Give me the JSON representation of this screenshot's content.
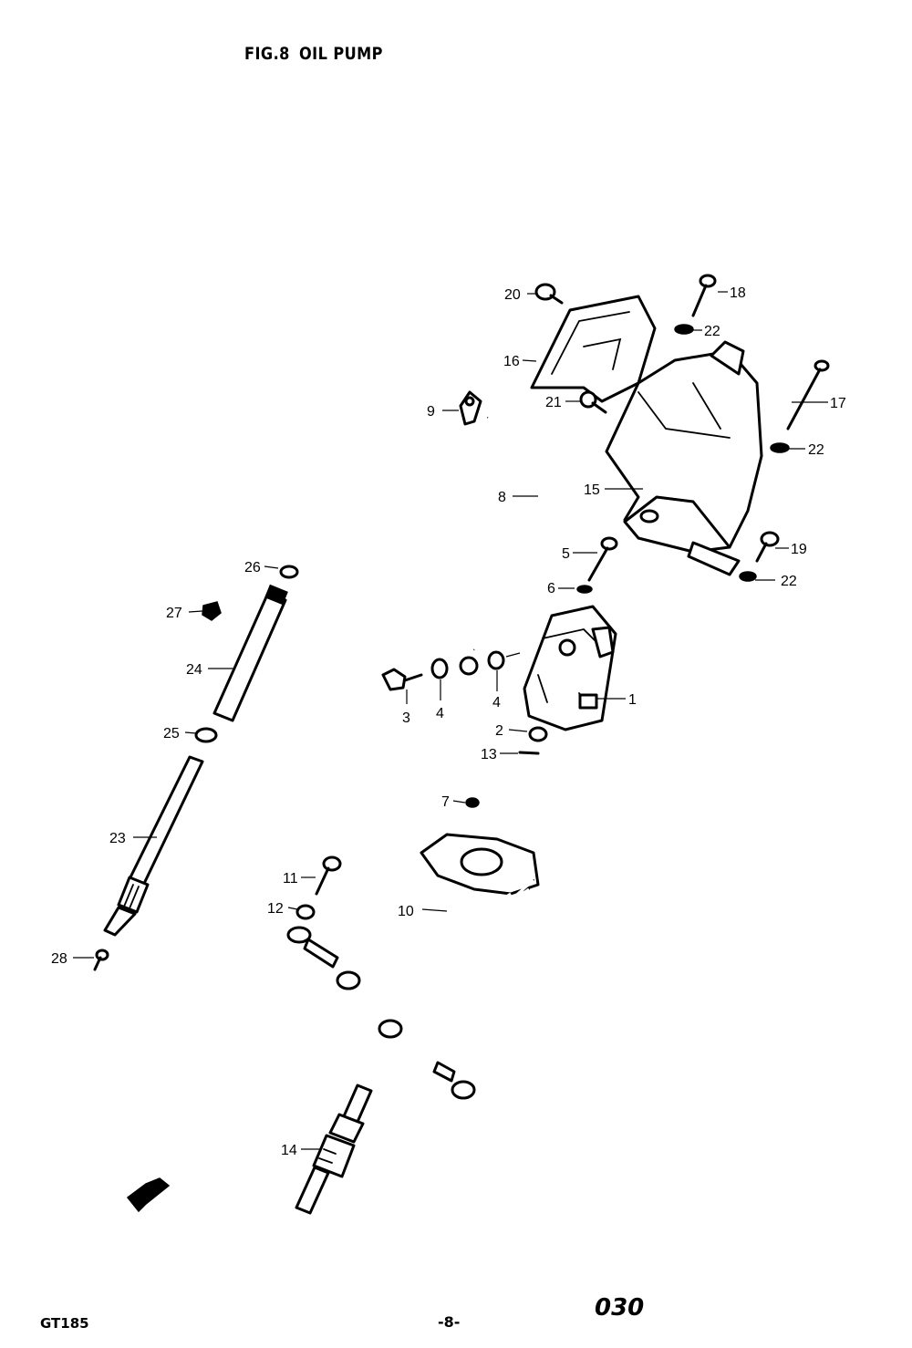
{
  "title": {
    "fig": "FIG.8",
    "name": "OIL PUMP"
  },
  "callouts": {
    "c1": "1",
    "c2": "2",
    "c3": "3",
    "c4a": "4",
    "c4b": "4",
    "c5": "5",
    "c6": "6",
    "c7": "7",
    "c8": "8",
    "c9": "9",
    "c10": "10",
    "c11": "11",
    "c12": "12",
    "c13": "13",
    "c14": "14",
    "c15": "15",
    "c16": "16",
    "c17": "17",
    "c18": "18",
    "c19": "19",
    "c20": "20",
    "c21": "21",
    "c22a": "22",
    "c22b": "22",
    "c22c": "22",
    "c23": "23",
    "c24": "24",
    "c25": "25",
    "c26": "26",
    "c27": "27",
    "c28": "28"
  },
  "footer": {
    "model": "GT185",
    "page": "-8-",
    "code": "030"
  },
  "icons": {
    "direction_arrow": "front-arrow-icon"
  }
}
